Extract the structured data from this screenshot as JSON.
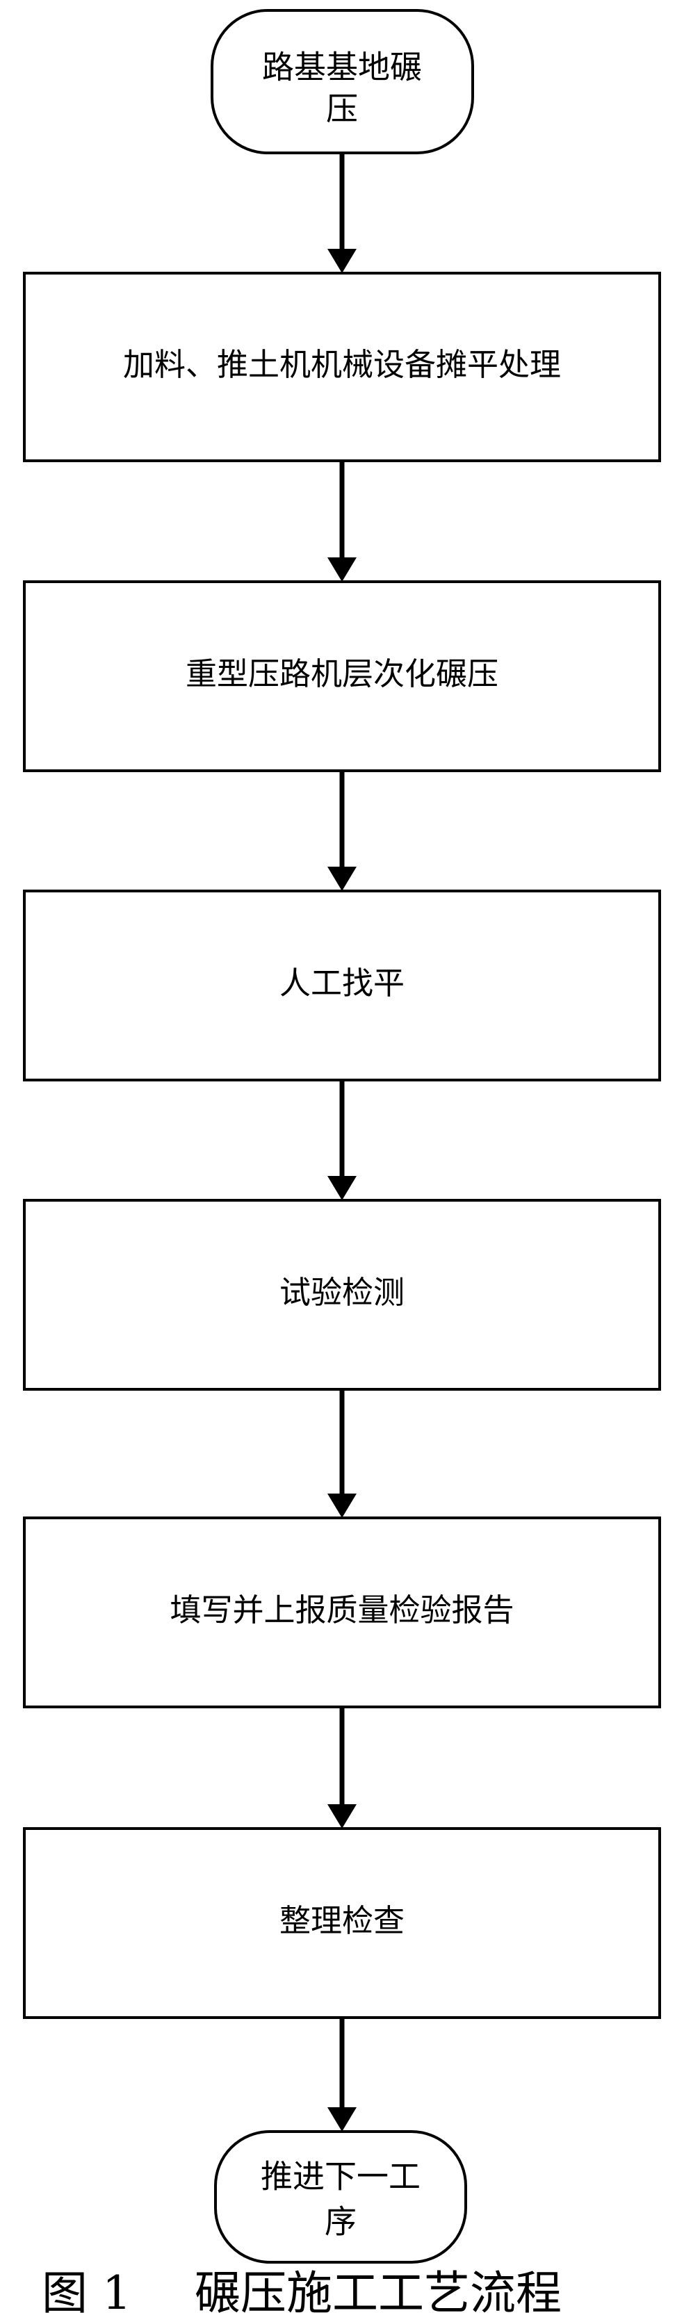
{
  "flowchart": {
    "start": {
      "line1": "路基基地碾",
      "line2": "压"
    },
    "steps": [
      "加料、推土机机械设备摊平处理",
      "重型压路机层次化碾压",
      "人工找平",
      "试验检测",
      "填写并上报质量检验报告",
      "整理检查"
    ],
    "end": {
      "line1": "推进下一工",
      "line2": "序"
    }
  },
  "caption": {
    "label": "图 1",
    "title": "碾压施工工艺流程"
  }
}
